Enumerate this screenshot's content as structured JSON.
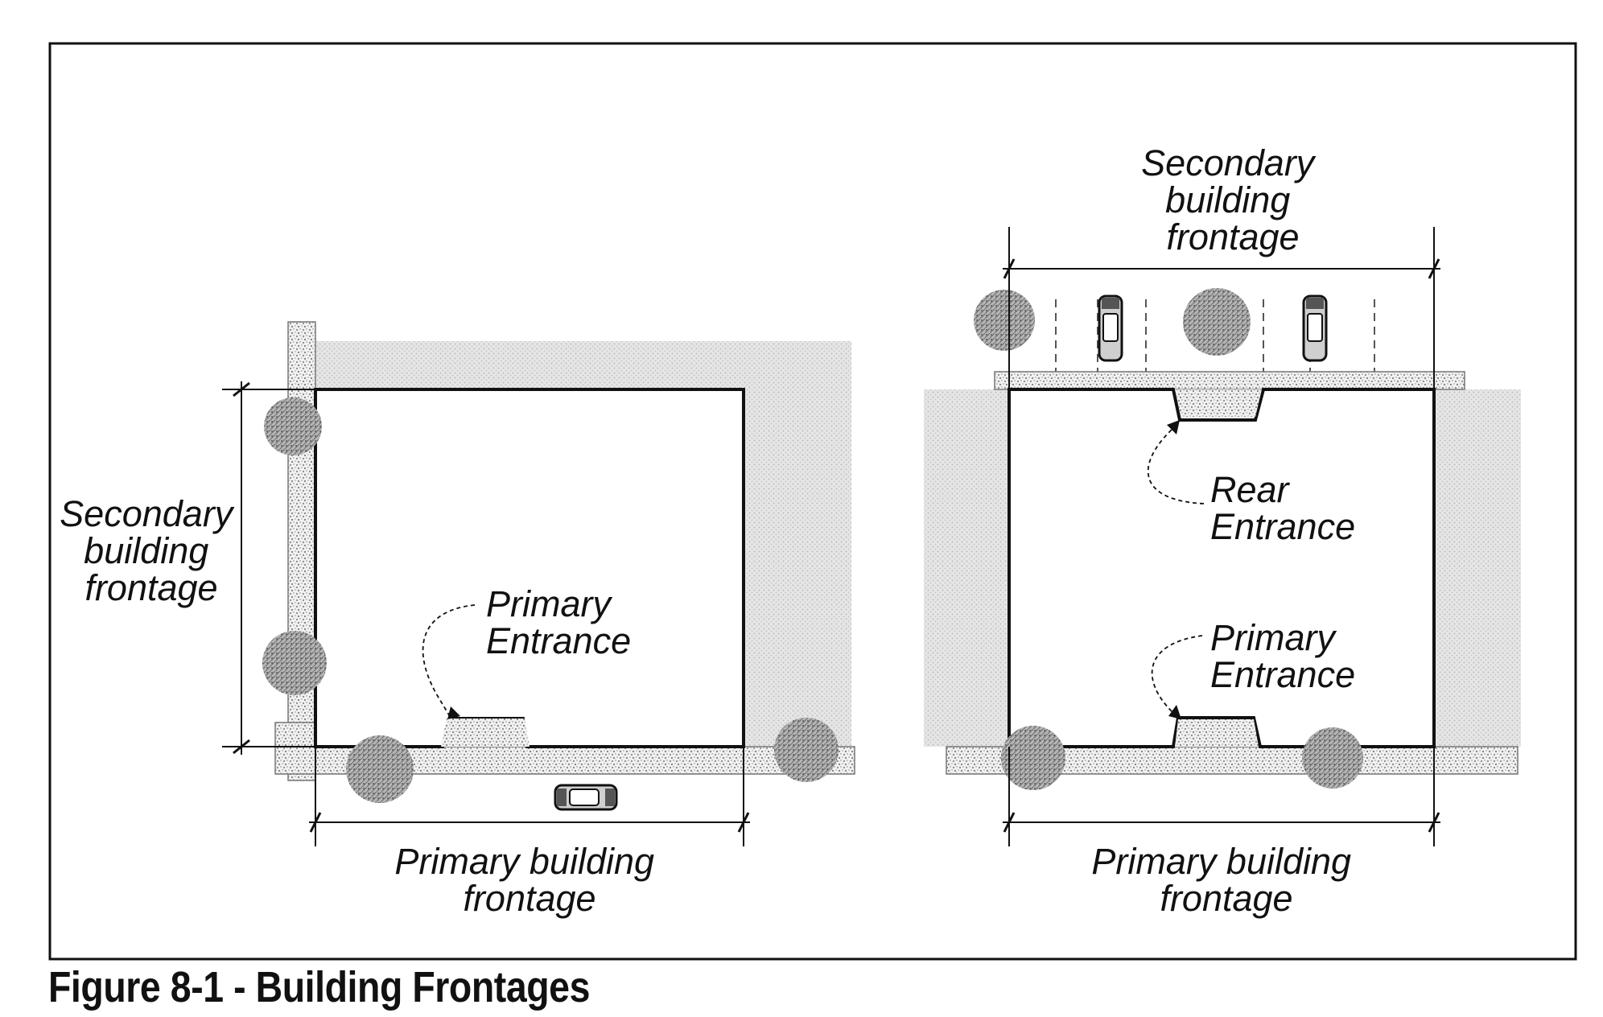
{
  "figure": {
    "caption": "Figure 8-1 - Building Frontages",
    "left_site": {
      "secondary_frontage_label": [
        "Secondary",
        "building",
        "frontage"
      ],
      "primary_entrance_label": [
        "Primary",
        "Entrance"
      ],
      "primary_frontage_label": [
        "Primary building",
        "frontage"
      ]
    },
    "right_site": {
      "secondary_frontage_label": [
        "Secondary",
        "building",
        "frontage"
      ],
      "rear_entrance_label": [
        "Rear",
        "Entrance"
      ],
      "primary_entrance_label": [
        "Primary",
        "Entrance"
      ],
      "primary_frontage_label": [
        "Primary building",
        "frontage"
      ]
    }
  },
  "colors": {
    "line": "#111111",
    "sidewalk_stipple": "#b9b9b9",
    "lot_hatch": "#cfcfcf",
    "tree": "#8f8f8f"
  }
}
